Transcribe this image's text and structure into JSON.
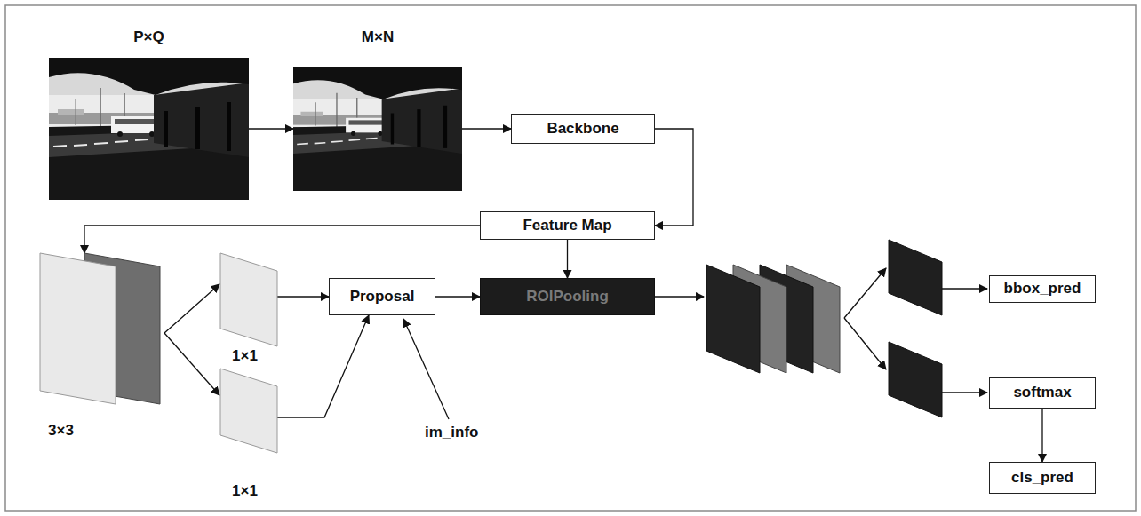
{
  "diagram": {
    "nodes": [
      {
        "text": [
          "P×Q"
        ]
      },
      {
        "text": [
          "M×N"
        ]
      },
      {
        "text": [
          "Backbone"
        ]
      },
      {
        "text": [
          "Feature Map"
        ]
      },
      {
        "text": [
          "3×3"
        ]
      },
      {
        "text": [
          "1×1"
        ]
      },
      {
        "text": [
          "Proposal"
        ]
      },
      {
        "text": [
          "ROIPooling"
        ]
      },
      {
        "text": [
          "bbox_pred"
        ]
      },
      {
        "text": [
          "1×1"
        ]
      },
      {
        "text": [
          "softmax"
        ]
      },
      {
        "text": [
          "cls_pred"
        ]
      }
    ],
    "edges": [
      {
        "from": 0,
        "to": 1,
        "arrow": "to"
      },
      {
        "from": 1,
        "to": 2,
        "arrow": "to"
      },
      {
        "from": 2,
        "to": 3,
        "arrow": "to"
      },
      {
        "from": 3,
        "to": 4,
        "arrow": "to"
      },
      {
        "from": 3,
        "to": 7,
        "arrow": "to"
      },
      {
        "from": 4,
        "to": 5,
        "arrow": "to"
      },
      {
        "from": 4,
        "to": 9,
        "arrow": "to"
      },
      {
        "from": 5,
        "to": 6,
        "arrow": "to"
      },
      {
        "from": 9,
        "to": 6,
        "arrow": "to"
      },
      {
        "from": 6,
        "to": 7,
        "arrow": "to"
      },
      {
        "from": 10,
        "to": 11,
        "arrow": "to"
      }
    ],
    "labels": [
      "im_info"
    ]
  }
}
